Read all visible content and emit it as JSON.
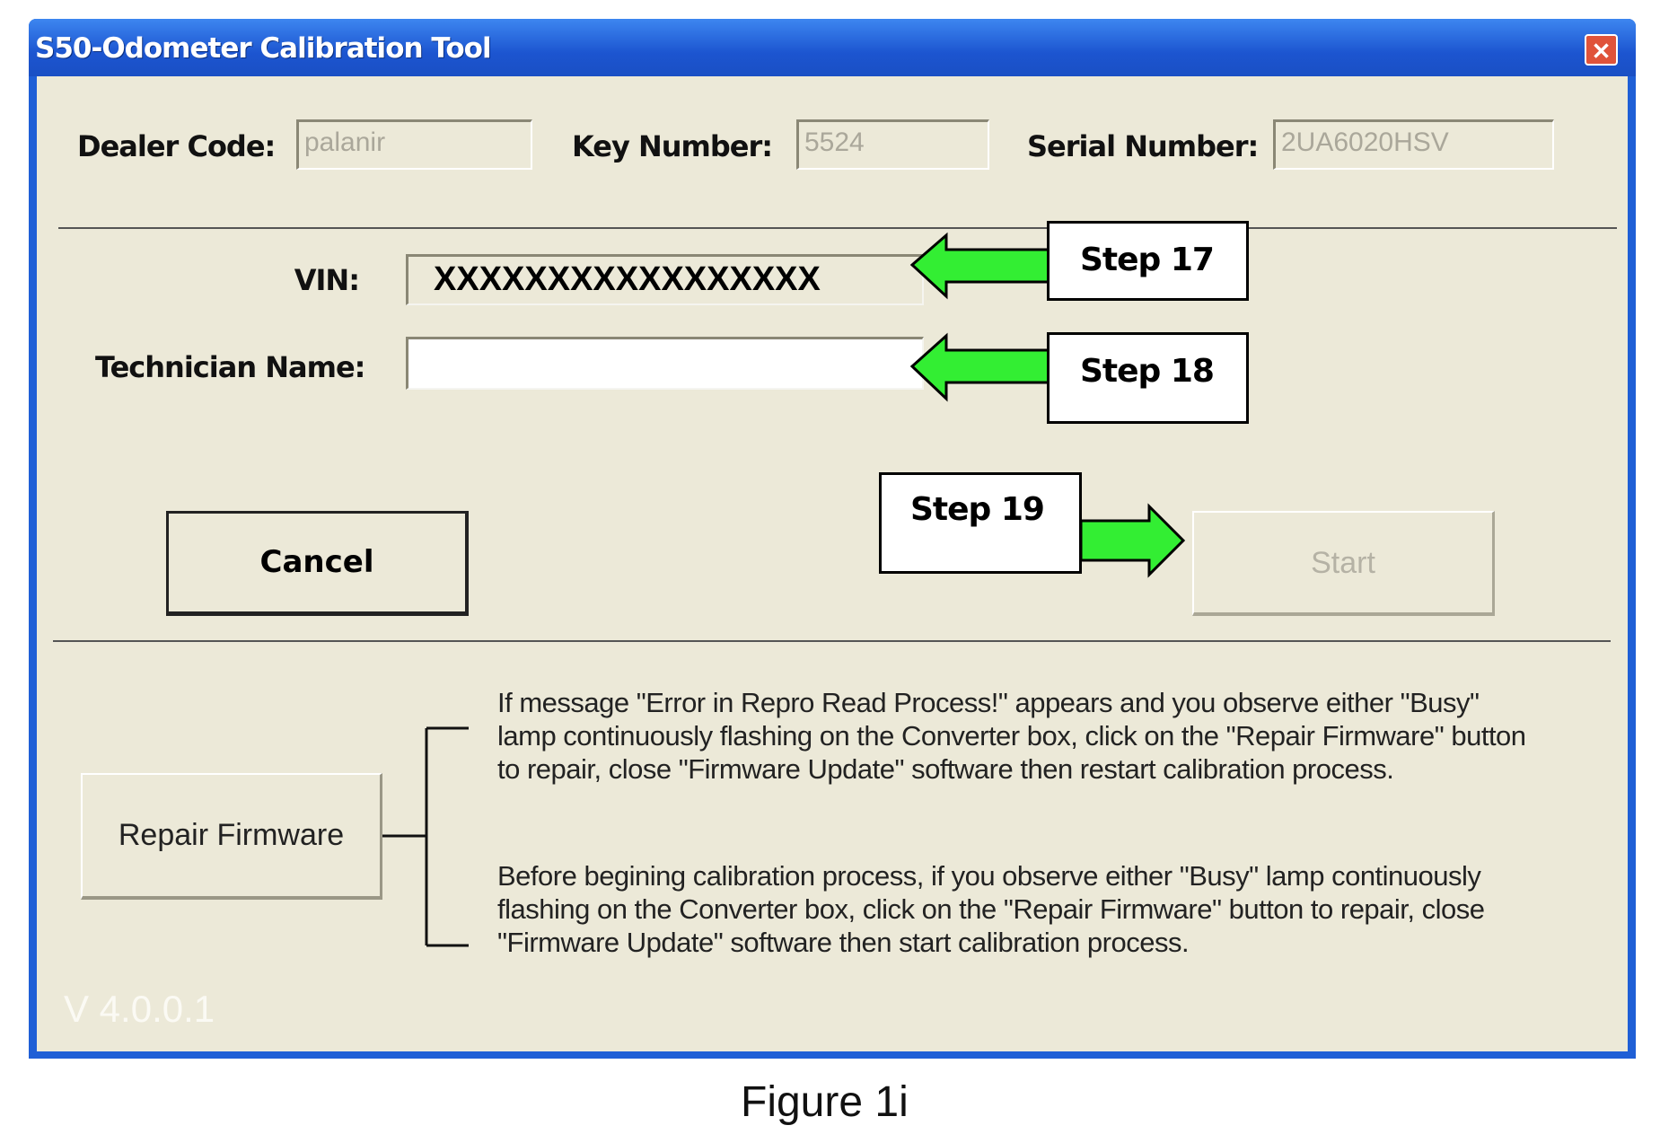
{
  "window": {
    "title": "S50-Odometer Calibration Tool",
    "close_icon": "close-icon"
  },
  "header": {
    "dealer_code": {
      "label": "Dealer Code:",
      "value": "palanir"
    },
    "key_number": {
      "label": "Key Number:",
      "value": "5524"
    },
    "serial_number": {
      "label": "Serial Number:",
      "value": "2UA6020HSV"
    }
  },
  "form": {
    "vin": {
      "label": "VIN:",
      "value": "XXXXXXXXXXXXXXXXX"
    },
    "technician": {
      "label": "Technician Name:",
      "value": ""
    }
  },
  "buttons": {
    "cancel": "Cancel",
    "start": "Start",
    "repair": "Repair Firmware"
  },
  "callouts": {
    "step17": "Step 17",
    "step18": "Step 18",
    "step19": "Step 19",
    "arrow_color": "#33ee33"
  },
  "help": {
    "para1": "If message \"Error in Repro Read Process!\" appears and you observe either \"Busy\" lamp continuously flashing on the Converter box, click on the \"Repair Firmware\" button to repair, close \"Firmware Update\" software then restart calibration process.",
    "para2": "Before begining calibration process, if you observe either \"Busy\" lamp continuously flashing on the Converter box, click on the \"Repair Firmware\" button to repair, close \"Firmware Update\" software then start calibration process."
  },
  "version": "V 4.0.0.1",
  "caption": "Figure 1i"
}
